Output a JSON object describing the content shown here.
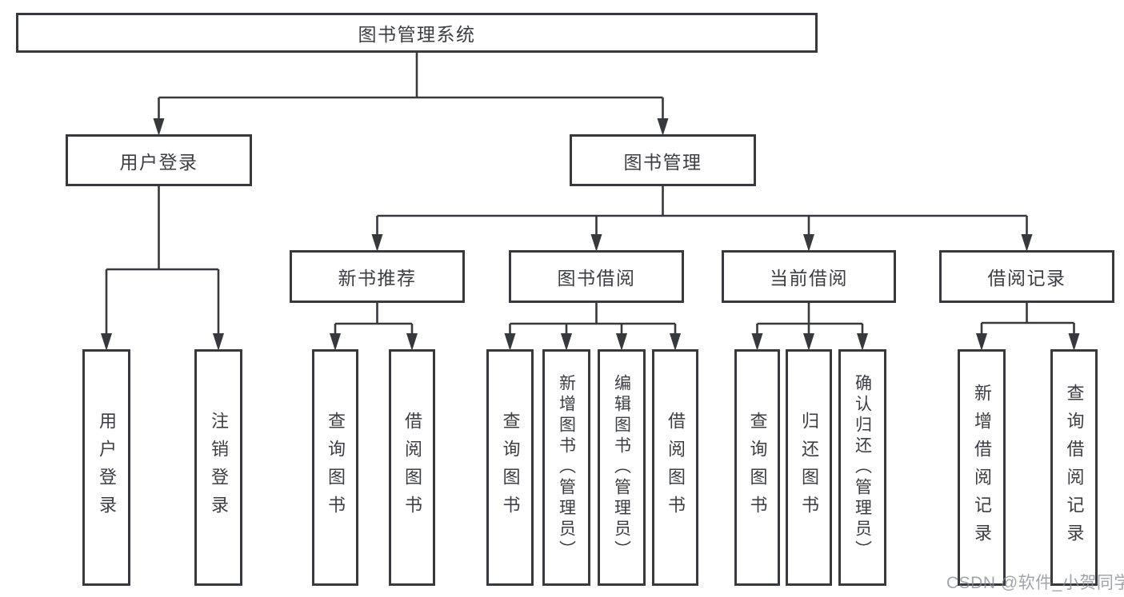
{
  "diagram": {
    "watermark": "CSDN @软件_小贺同学",
    "colors": {
      "line": "#37393c",
      "border": "#37393c",
      "text": "#3c3e42",
      "background": "#ffffff",
      "watermark": "#868a90"
    },
    "root": {
      "id": "system",
      "label": "图书管理系统",
      "children": [
        {
          "id": "user-login",
          "label": "用户登录",
          "children": [
            {
              "id": "user-login-action",
              "label": "用户登录"
            },
            {
              "id": "logout-action",
              "label": "注销登录"
            }
          ]
        },
        {
          "id": "book-management",
          "label": "图书管理",
          "children": [
            {
              "id": "new-book-recommend",
              "label": "新书推荐",
              "children": [
                {
                  "id": "nbr-query-book",
                  "label": "查询图书"
                },
                {
                  "id": "nbr-borrow-book",
                  "label": "借阅图书"
                }
              ]
            },
            {
              "id": "book-borrow",
              "label": "图书借阅",
              "children": [
                {
                  "id": "bb-query-book",
                  "label": "查询图书"
                },
                {
                  "id": "bb-add-book-admin",
                  "label": "新增图书（管理员）"
                },
                {
                  "id": "bb-edit-book-admin",
                  "label": "编辑图书（管理员）"
                },
                {
                  "id": "bb-borrow-book",
                  "label": "借阅图书"
                }
              ]
            },
            {
              "id": "current-borrow",
              "label": "当前借阅",
              "children": [
                {
                  "id": "cb-query-book",
                  "label": "查询图书"
                },
                {
                  "id": "cb-return-book",
                  "label": "归还图书"
                },
                {
                  "id": "cb-confirm-return-admin",
                  "label": "确认归还（管理员）"
                }
              ]
            },
            {
              "id": "borrow-record",
              "label": "借阅记录",
              "children": [
                {
                  "id": "br-add-record",
                  "label": "新增借阅记录"
                },
                {
                  "id": "br-query-record",
                  "label": "查询借阅记录"
                }
              ]
            }
          ]
        }
      ]
    }
  }
}
